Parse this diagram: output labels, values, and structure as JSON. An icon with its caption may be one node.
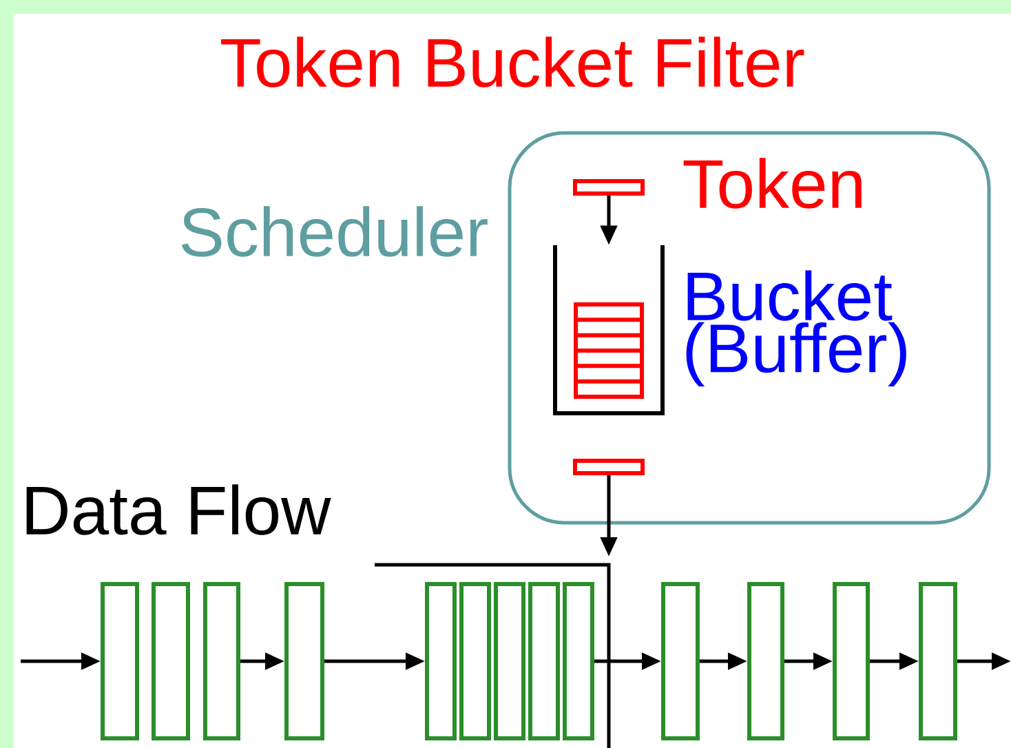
{
  "diagram": {
    "title": "Token Bucket Filter",
    "nodes": [
      {
        "text": [
          "Scheduler"
        ]
      },
      {
        "text": [],
        "shape": "box",
        "in": 0,
        "beside": [
          "Token"
        ]
      },
      {
        "text": [],
        "shape": "bucket",
        "in": 0,
        "beside": [
          "Bucket (Buffer)"
        ]
      },
      {
        "text": [],
        "shape": "box",
        "in": 0
      },
      {
        "text": [],
        "shape": "box"
      },
      {
        "text": [],
        "shape": "box"
      },
      {
        "text": [],
        "shape": "box"
      },
      {
        "text": [],
        "shape": "box"
      },
      {
        "text": [],
        "shape": "box"
      },
      {
        "text": [],
        "shape": "box"
      },
      {
        "text": [],
        "shape": "box"
      },
      {
        "text": [],
        "shape": "box"
      },
      {
        "text": [],
        "shape": "box"
      },
      {
        "text": [],
        "shape": "box"
      },
      {
        "text": [],
        "shape": "box"
      },
      {
        "text": [],
        "shape": "box"
      },
      {
        "text": [],
        "shape": "box"
      }
    ],
    "edges": [
      {
        "from": null,
        "to": 4,
        "arrow": "to"
      },
      {
        "from": 6,
        "to": 7,
        "arrow": "to"
      },
      {
        "from": 7,
        "to": 8,
        "arrow": "to"
      },
      {
        "from": 12,
        "to": 13,
        "arrow": "to"
      },
      {
        "from": 13,
        "to": 14,
        "arrow": "to"
      },
      {
        "from": 14,
        "to": 15,
        "arrow": "to"
      },
      {
        "from": 15,
        "to": 16,
        "arrow": "to"
      },
      {
        "from": 16,
        "to": null,
        "arrow": "to"
      },
      {
        "from": 1,
        "to": 2,
        "arrow": "to"
      },
      {
        "from": 3,
        "to": null,
        "arrow": "to"
      }
    ],
    "labels": [
      "Data Flow"
    ]
  }
}
